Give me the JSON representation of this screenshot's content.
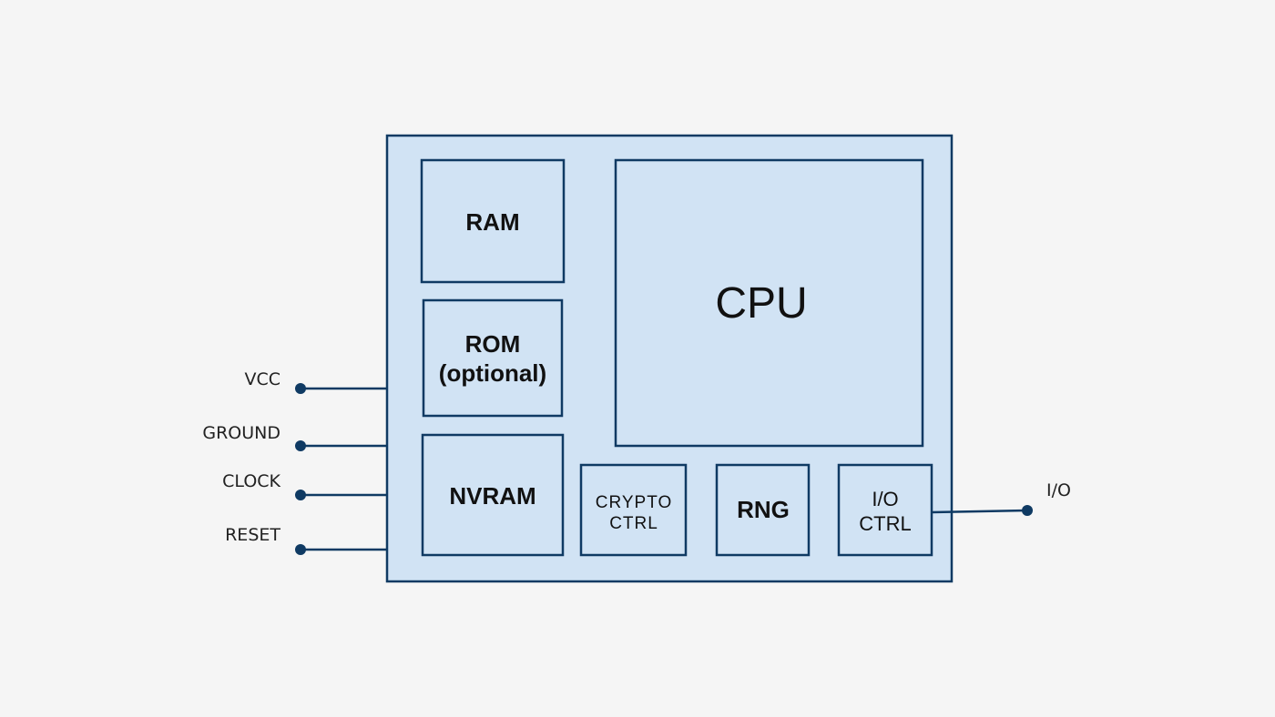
{
  "blocks": {
    "ram": "RAM",
    "rom_line1": "ROM",
    "rom_line2": "(optional)",
    "nvram": "NVRAM",
    "cpu": "CPU",
    "crypto_line1": "CRYPTO",
    "crypto_line2": "CTRL",
    "rng": "RNG",
    "io_line1": "I/O",
    "io_line2": "CTRL"
  },
  "pins": {
    "vcc": "VCC",
    "ground": "GROUND",
    "clock": "CLOCK",
    "reset": "RESET",
    "io": "I/O"
  },
  "colors": {
    "fill": "#d1e3f4",
    "stroke": "#0f3a63",
    "background": "#f5f5f5"
  }
}
